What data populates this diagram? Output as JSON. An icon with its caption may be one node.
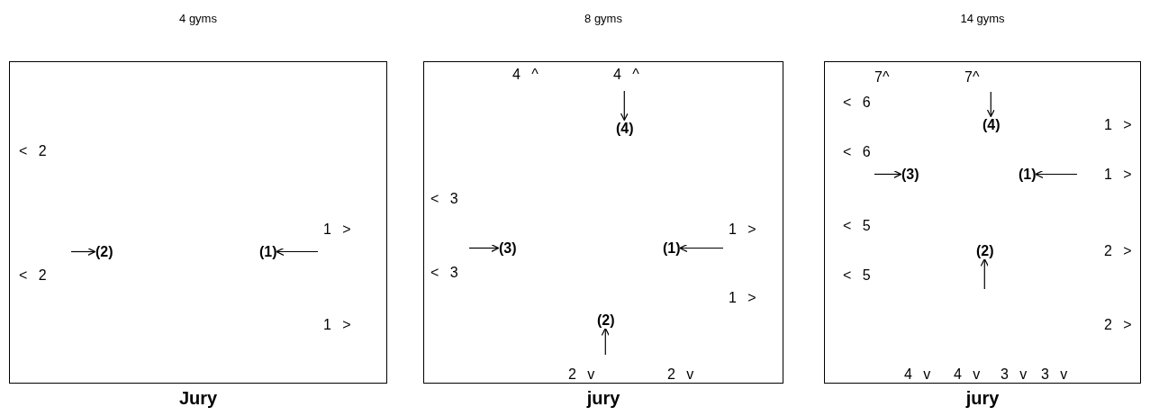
{
  "diagram": {
    "nodes": [
      {
        "text": [
          "4 gyms"
        ],
        "beside": [
          "Jury"
        ]
      },
      {
        "text": [
          "(2)"
        ],
        "in": 0
      },
      {
        "text": [
          "(1)"
        ],
        "in": 0
      },
      {
        "text": [
          "8 gyms"
        ],
        "beside": [
          "jury"
        ]
      },
      {
        "text": [
          "(4)"
        ],
        "in": 3
      },
      {
        "text": [
          "(3)"
        ],
        "in": 3
      },
      {
        "text": [
          "(1)"
        ],
        "in": 3
      },
      {
        "text": [
          "(2)"
        ],
        "in": 3
      },
      {
        "text": [
          "14 gyms"
        ],
        "beside": [
          "jury"
        ]
      },
      {
        "text": [
          "(4)"
        ],
        "in": 8
      },
      {
        "text": [
          "(3)"
        ],
        "in": 8
      },
      {
        "text": [
          "(1)"
        ],
        "in": 8
      },
      {
        "text": [
          "(2)"
        ],
        "in": 8
      }
    ],
    "edges": [
      {
        "from": null,
        "to": 1,
        "arrow": "to"
      },
      {
        "from": null,
        "to": 2,
        "arrow": "to"
      },
      {
        "from": null,
        "to": 4,
        "arrow": "to"
      },
      {
        "from": null,
        "to": 5,
        "arrow": "to"
      },
      {
        "from": null,
        "to": 6,
        "arrow": "to"
      },
      {
        "from": null,
        "to": 7,
        "arrow": "to"
      },
      {
        "from": null,
        "to": 9,
        "arrow": "to"
      },
      {
        "from": null,
        "to": 10,
        "arrow": "to"
      },
      {
        "from": null,
        "to": 11,
        "arrow": "to"
      },
      {
        "from": null,
        "to": 12,
        "arrow": "to"
      }
    ],
    "labels": [
      "< 2",
      "1 >",
      "< 2",
      "1 >",
      "4 ^",
      "4 ^",
      "< 3",
      "1 >",
      "< 3",
      "1 >",
      "2 v",
      "2 v",
      "7^",
      "7^",
      "< 6",
      "1 >",
      "< 6",
      "1 >",
      "< 5",
      "2 >",
      "< 5",
      "2 >",
      "4 v",
      "4 v",
      "3 v",
      "3 v"
    ]
  }
}
